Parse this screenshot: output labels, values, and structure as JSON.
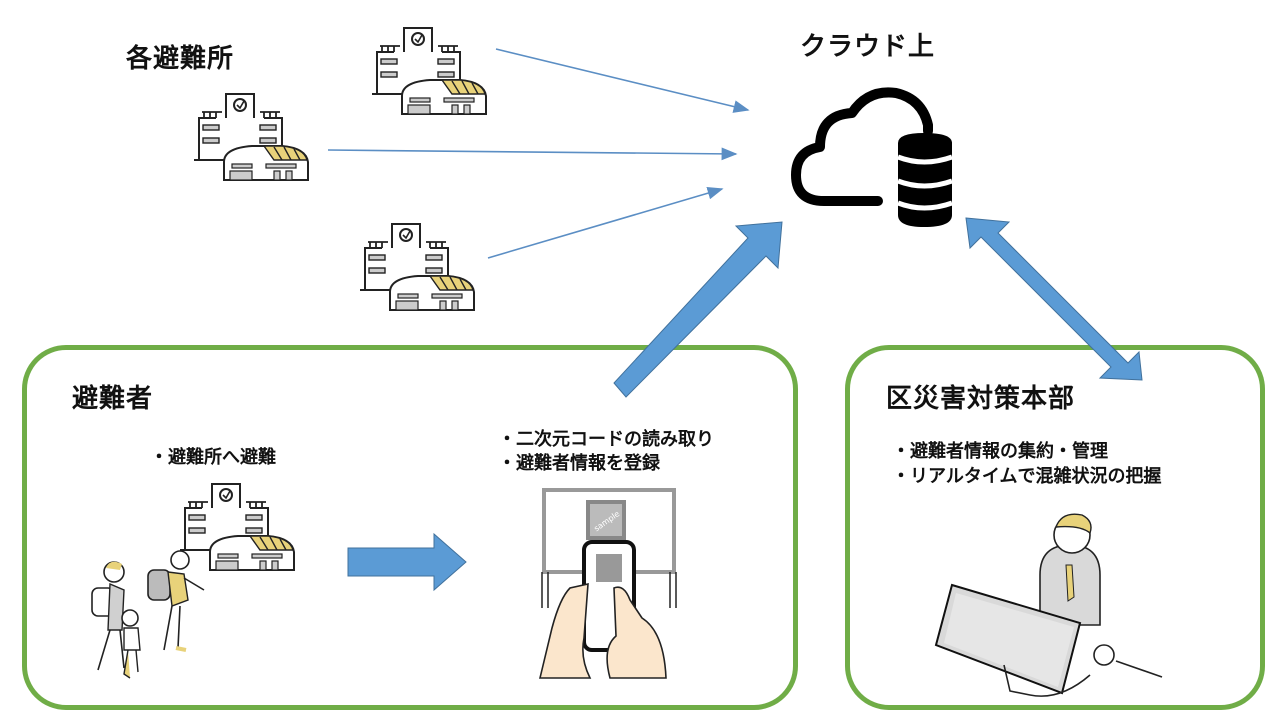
{
  "diagram": {
    "shelters_label": "各避難所",
    "cloud_label": "クラウド上",
    "evacuee_panel": {
      "title": "避難者",
      "step1_bullets": [
        "・避難所へ避難"
      ],
      "step2_bullets": [
        "・二次元コードの読み取り",
        "・避難者情報を登録"
      ]
    },
    "hq_panel": {
      "title": "区災害対策本部",
      "bullets": [
        "・避難者情報の集約・管理",
        "・リアルタイムで混雑状況の把握"
      ]
    },
    "qr_watermark": "sample",
    "colors": {
      "panel_border": "#70ad47",
      "arrow_fill": "#5b9bd5",
      "arrow_stroke": "#41719c",
      "thin_arrow": "#5b8ec4",
      "accent_yellow": "#e8d27a",
      "skin": "#fbe6cc",
      "gray_fill": "#d0d0d0"
    }
  }
}
